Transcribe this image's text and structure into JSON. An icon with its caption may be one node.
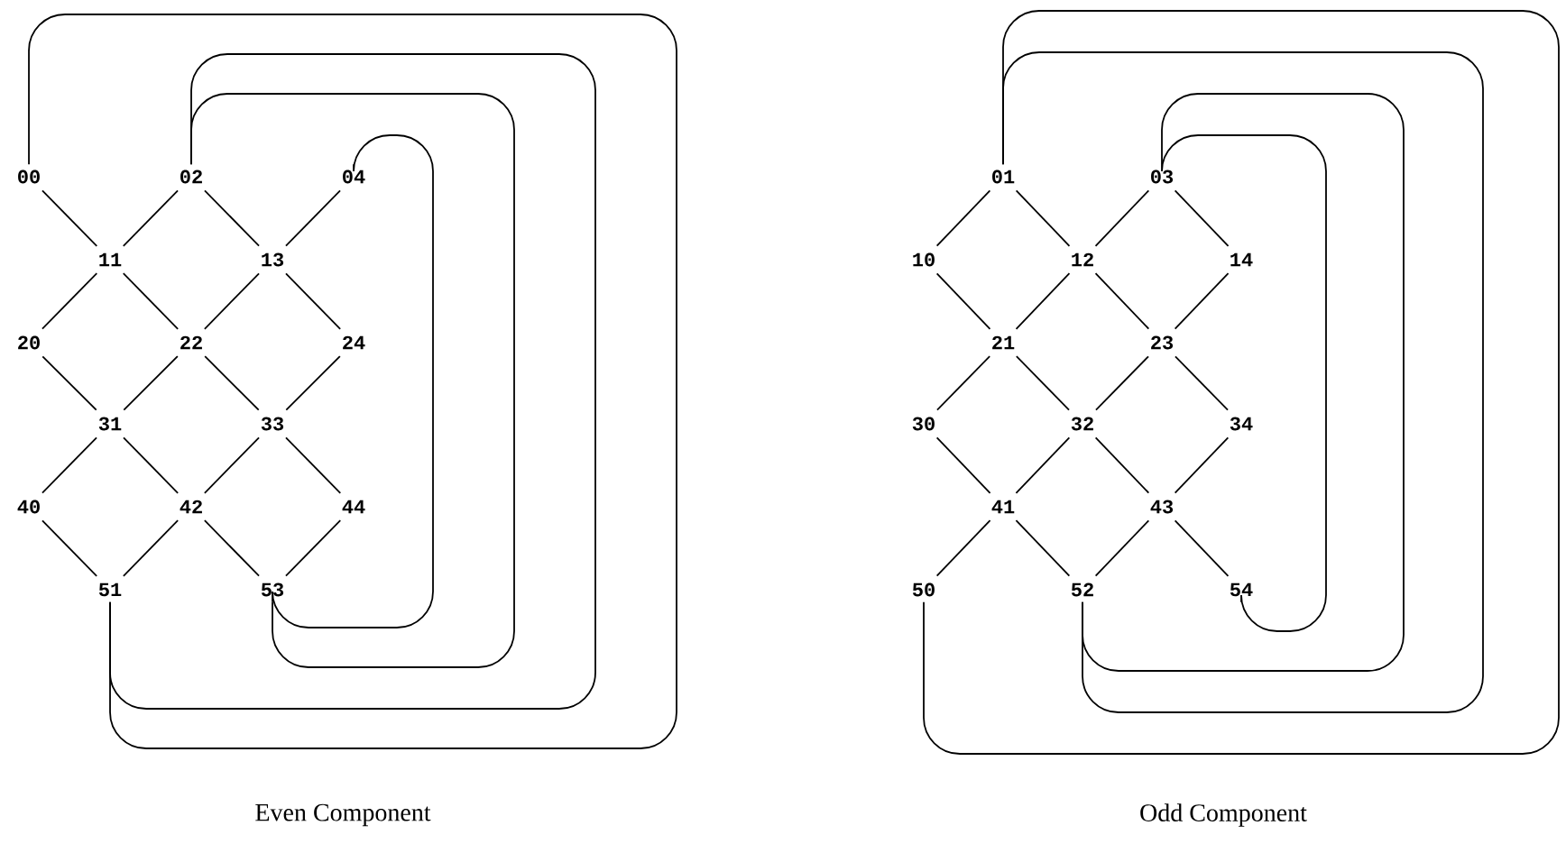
{
  "diagram": {
    "nodes": [
      {
        "text": [
          "00"
        ]
      },
      {
        "text": [
          "02"
        ]
      },
      {
        "text": [
          "04"
        ]
      },
      {
        "text": [
          "11"
        ]
      },
      {
        "text": [
          "13"
        ]
      },
      {
        "text": [
          "20"
        ]
      },
      {
        "text": [
          "22"
        ]
      },
      {
        "text": [
          "24"
        ]
      },
      {
        "text": [
          "31"
        ]
      },
      {
        "text": [
          "33"
        ]
      },
      {
        "text": [
          "40"
        ]
      },
      {
        "text": [
          "42"
        ]
      },
      {
        "text": [
          "44"
        ]
      },
      {
        "text": [
          "51"
        ]
      },
      {
        "text": [
          "53"
        ]
      },
      {
        "text": [
          "01"
        ]
      },
      {
        "text": [
          "03"
        ]
      },
      {
        "text": [
          "10"
        ]
      },
      {
        "text": [
          "12"
        ]
      },
      {
        "text": [
          "14"
        ]
      },
      {
        "text": [
          "21"
        ]
      },
      {
        "text": [
          "23"
        ]
      },
      {
        "text": [
          "30"
        ]
      },
      {
        "text": [
          "32"
        ]
      },
      {
        "text": [
          "34"
        ]
      },
      {
        "text": [
          "41"
        ]
      },
      {
        "text": [
          "43"
        ]
      },
      {
        "text": [
          "50"
        ]
      },
      {
        "text": [
          "52"
        ]
      },
      {
        "text": [
          "54"
        ]
      }
    ],
    "edges": [
      {
        "from": 0,
        "to": 3,
        "arrow": "none"
      },
      {
        "from": 1,
        "to": 3,
        "arrow": "none"
      },
      {
        "from": 1,
        "to": 4,
        "arrow": "none"
      },
      {
        "from": 2,
        "to": 4,
        "arrow": "none"
      },
      {
        "from": 3,
        "to": 5,
        "arrow": "none"
      },
      {
        "from": 3,
        "to": 6,
        "arrow": "none"
      },
      {
        "from": 4,
        "to": 6,
        "arrow": "none"
      },
      {
        "from": 4,
        "to": 7,
        "arrow": "none"
      },
      {
        "from": 5,
        "to": 8,
        "arrow": "none"
      },
      {
        "from": 6,
        "to": 8,
        "arrow": "none"
      },
      {
        "from": 6,
        "to": 9,
        "arrow": "none"
      },
      {
        "from": 7,
        "to": 9,
        "arrow": "none"
      },
      {
        "from": 8,
        "to": 10,
        "arrow": "none"
      },
      {
        "from": 8,
        "to": 11,
        "arrow": "none"
      },
      {
        "from": 9,
        "to": 11,
        "arrow": "none"
      },
      {
        "from": 9,
        "to": 12,
        "arrow": "none"
      },
      {
        "from": 10,
        "to": 13,
        "arrow": "none"
      },
      {
        "from": 11,
        "to": 13,
        "arrow": "none"
      },
      {
        "from": 11,
        "to": 14,
        "arrow": "none"
      },
      {
        "from": 12,
        "to": 14,
        "arrow": "none"
      },
      {
        "from": 0,
        "to": 13,
        "arrow": "none"
      },
      {
        "from": 1,
        "to": 13,
        "arrow": "none"
      },
      {
        "from": 1,
        "to": 14,
        "arrow": "none"
      },
      {
        "from": 2,
        "to": 14,
        "arrow": "none"
      },
      {
        "from": 15,
        "to": 17,
        "arrow": "none"
      },
      {
        "from": 15,
        "to": 18,
        "arrow": "none"
      },
      {
        "from": 16,
        "to": 18,
        "arrow": "none"
      },
      {
        "from": 16,
        "to": 19,
        "arrow": "none"
      },
      {
        "from": 17,
        "to": 20,
        "arrow": "none"
      },
      {
        "from": 18,
        "to": 20,
        "arrow": "none"
      },
      {
        "from": 18,
        "to": 21,
        "arrow": "none"
      },
      {
        "from": 19,
        "to": 21,
        "arrow": "none"
      },
      {
        "from": 20,
        "to": 22,
        "arrow": "none"
      },
      {
        "from": 20,
        "to": 23,
        "arrow": "none"
      },
      {
        "from": 21,
        "to": 23,
        "arrow": "none"
      },
      {
        "from": 21,
        "to": 24,
        "arrow": "none"
      },
      {
        "from": 22,
        "to": 25,
        "arrow": "none"
      },
      {
        "from": 23,
        "to": 25,
        "arrow": "none"
      },
      {
        "from": 23,
        "to": 26,
        "arrow": "none"
      },
      {
        "from": 24,
        "to": 26,
        "arrow": "none"
      },
      {
        "from": 25,
        "to": 27,
        "arrow": "none"
      },
      {
        "from": 25,
        "to": 28,
        "arrow": "none"
      },
      {
        "from": 26,
        "to": 28,
        "arrow": "none"
      },
      {
        "from": 26,
        "to": 29,
        "arrow": "none"
      },
      {
        "from": 15,
        "to": 27,
        "arrow": "none"
      },
      {
        "from": 15,
        "to": 28,
        "arrow": "none"
      },
      {
        "from": 16,
        "to": 28,
        "arrow": "none"
      },
      {
        "from": 16,
        "to": 29,
        "arrow": "none"
      }
    ],
    "labels": [
      "Even Component",
      "Odd Component"
    ]
  }
}
